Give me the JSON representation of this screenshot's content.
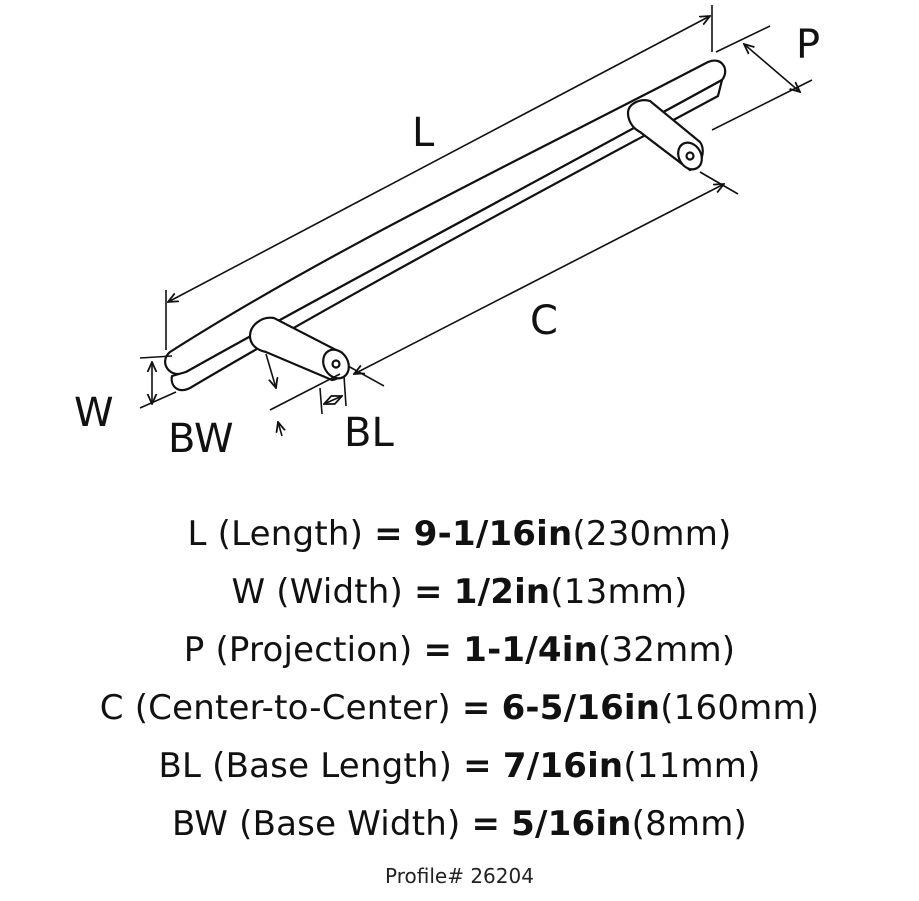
{
  "diagram": {
    "labels": {
      "length": "L",
      "projection": "P",
      "center": "C",
      "width": "W",
      "base_width": "BW",
      "base_length": "BL"
    }
  },
  "specs": [
    {
      "code": "L",
      "name": "(Length)",
      "eq": "=",
      "value": "9-1/16in",
      "metric": "(230mm)"
    },
    {
      "code": "W",
      "name": "(Width)",
      "eq": "=",
      "value": "1/2in",
      "metric": "(13mm)"
    },
    {
      "code": "P",
      "name": "(Projection)",
      "eq": "=",
      "value": "1-1/4in",
      "metric": "(32mm)"
    },
    {
      "code": "C",
      "name": "(Center-to-Center)",
      "eq": "=",
      "value": "6-5/16in",
      "metric": "(160mm)"
    },
    {
      "code": "BL",
      "name": "(Base Length)",
      "eq": "=",
      "value": "7/16in",
      "metric": "(11mm)"
    },
    {
      "code": "BW",
      "name": "(Base Width)",
      "eq": "=",
      "value": "5/16in",
      "metric": "(8mm)"
    }
  ],
  "footer": {
    "profile": "Profile# 26204"
  },
  "colors": {
    "line": "#111111",
    "background": "#ffffff"
  }
}
